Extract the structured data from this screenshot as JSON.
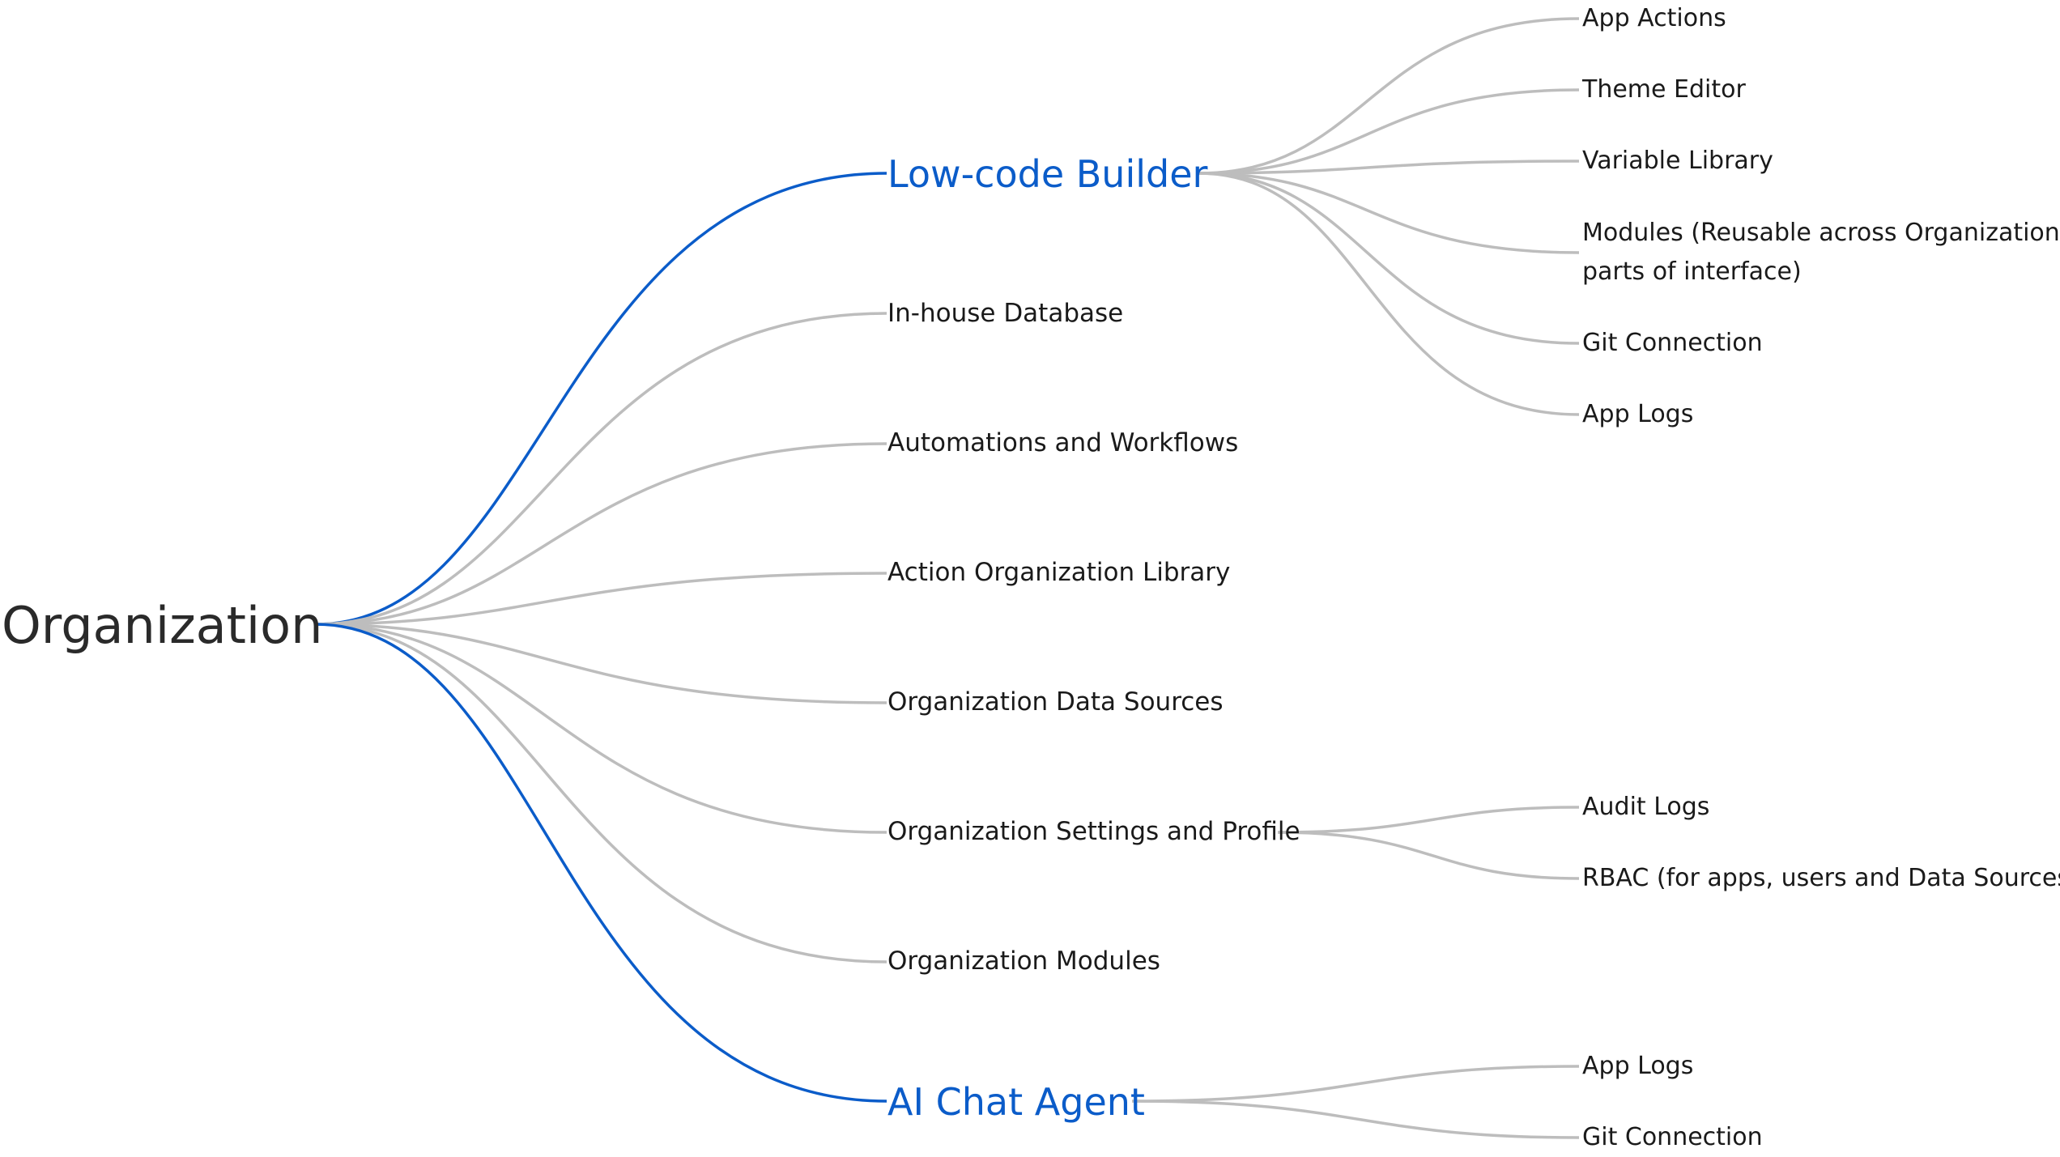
{
  "root": {
    "label": "Organization"
  },
  "branches": {
    "low_code_builder": {
      "label": "Low-code Builder",
      "children": [
        "App Actions",
        "Theme Editor",
        "Variable Library",
        "Modules (Reusable across Organization parts of interface)",
        "Git Connection",
        "App Logs"
      ]
    },
    "in_house_database": {
      "label": "In-house Database"
    },
    "automations": {
      "label": "Automations and Workflows"
    },
    "action_library": {
      "label": "Action Organization Library"
    },
    "data_sources": {
      "label": "Organization Data Sources"
    },
    "settings_profile": {
      "label": "Organization Settings and Profile",
      "children": [
        "Audit Logs",
        "RBAC (for apps, users and Data Sources)"
      ]
    },
    "modules": {
      "label": "Organization Modules"
    },
    "ai_chat_agent": {
      "label": "AI Chat Agent",
      "children": [
        "App Logs",
        "Git Connection"
      ]
    }
  },
  "colors": {
    "highlight_edge": "#0b5cc9",
    "normal_edge": "#bdbdbd",
    "highlight_text": "#0b5cc9",
    "text": "#1a1a1a"
  }
}
